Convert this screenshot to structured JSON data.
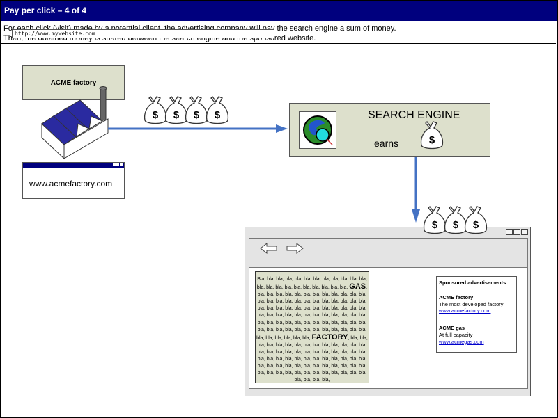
{
  "header": {
    "title": "Pay per click – 4 of 4"
  },
  "intro": {
    "line1": "For each click (visit) made by a potential client, the advertising company will pay the search engine a sum of money.",
    "line2": "Then, the obtained money is shared between the search engine and the sponsored website."
  },
  "factory": {
    "label": "ACME factory",
    "url": "www.acmefactory.com"
  },
  "search_engine": {
    "title": "SEARCH ENGINE",
    "earns": "earns"
  },
  "money": {
    "symbol": "$"
  },
  "browser": {
    "address": "http://www.mywebsite.com",
    "body": {
      "block1": "Bla, bla, bla, bla, bla, bla, bla, bla, bla, bla, bla, bla, bla, bla, bla, bla, bla, bla, bla, bla,",
      "pre_gas": "bla, bla,",
      "word1": "GAS",
      "post_gas": ", bla, bla, bla, bla, bla, bla,",
      "block2": "bla, bla, bla, bla, bla, bla, bla, bla, bla, bla, bla, bla, bla, bla, bla, bla, bla, bla, bla, bla, bla, bla, bla, bla, bla, bla, bla, bla, bla, bla, bla, bla, bla, bla, bla, bla, bla, bla, bla, bla, bla, bla, bla, bla, bla, bla, bla, bla, bla, bla, bla, bla, bla, bla, bla, bla, bla, bla, bla, bla, bla, bla, bla, bla, bla, bla, bla, bla, bla, bla,",
      "pre_factory": "bla, bla,",
      "word2": "FACTORY",
      "post_factory": ", bla, bla, bla, bla,",
      "block3": "bla, bla, bla, bla, bla, bla, bla, bla, bla, bla, bla, bla, bla, bla, bla, bla, bla, bla, bla, bla, bla, bla, bla, bla, bla, bla, bla, bla, bla, bla, bla, bla, bla, bla, bla, bla, bla, bla, bla, bla, bla, bla, bla, bla, bla, bla, bla, bla, bla, bla, bla, bla, bla, bla, bla, bla, bla, bla, bla, bla, bla, bla,"
    },
    "sponsored": {
      "heading": "Sponsored advertisements",
      "ads": [
        {
          "name": "ACME factory",
          "desc": "The most developed factory",
          "link": "www.acmefactory.com"
        },
        {
          "name": "ACME gas",
          "desc": "At full capacity",
          "link": "www.acmegas.com"
        }
      ]
    }
  },
  "colors": {
    "title_bar": "#00007e",
    "panel": "#dde0cc",
    "arrow": "#4472c4",
    "factory_roof": "#2a2aa0"
  }
}
